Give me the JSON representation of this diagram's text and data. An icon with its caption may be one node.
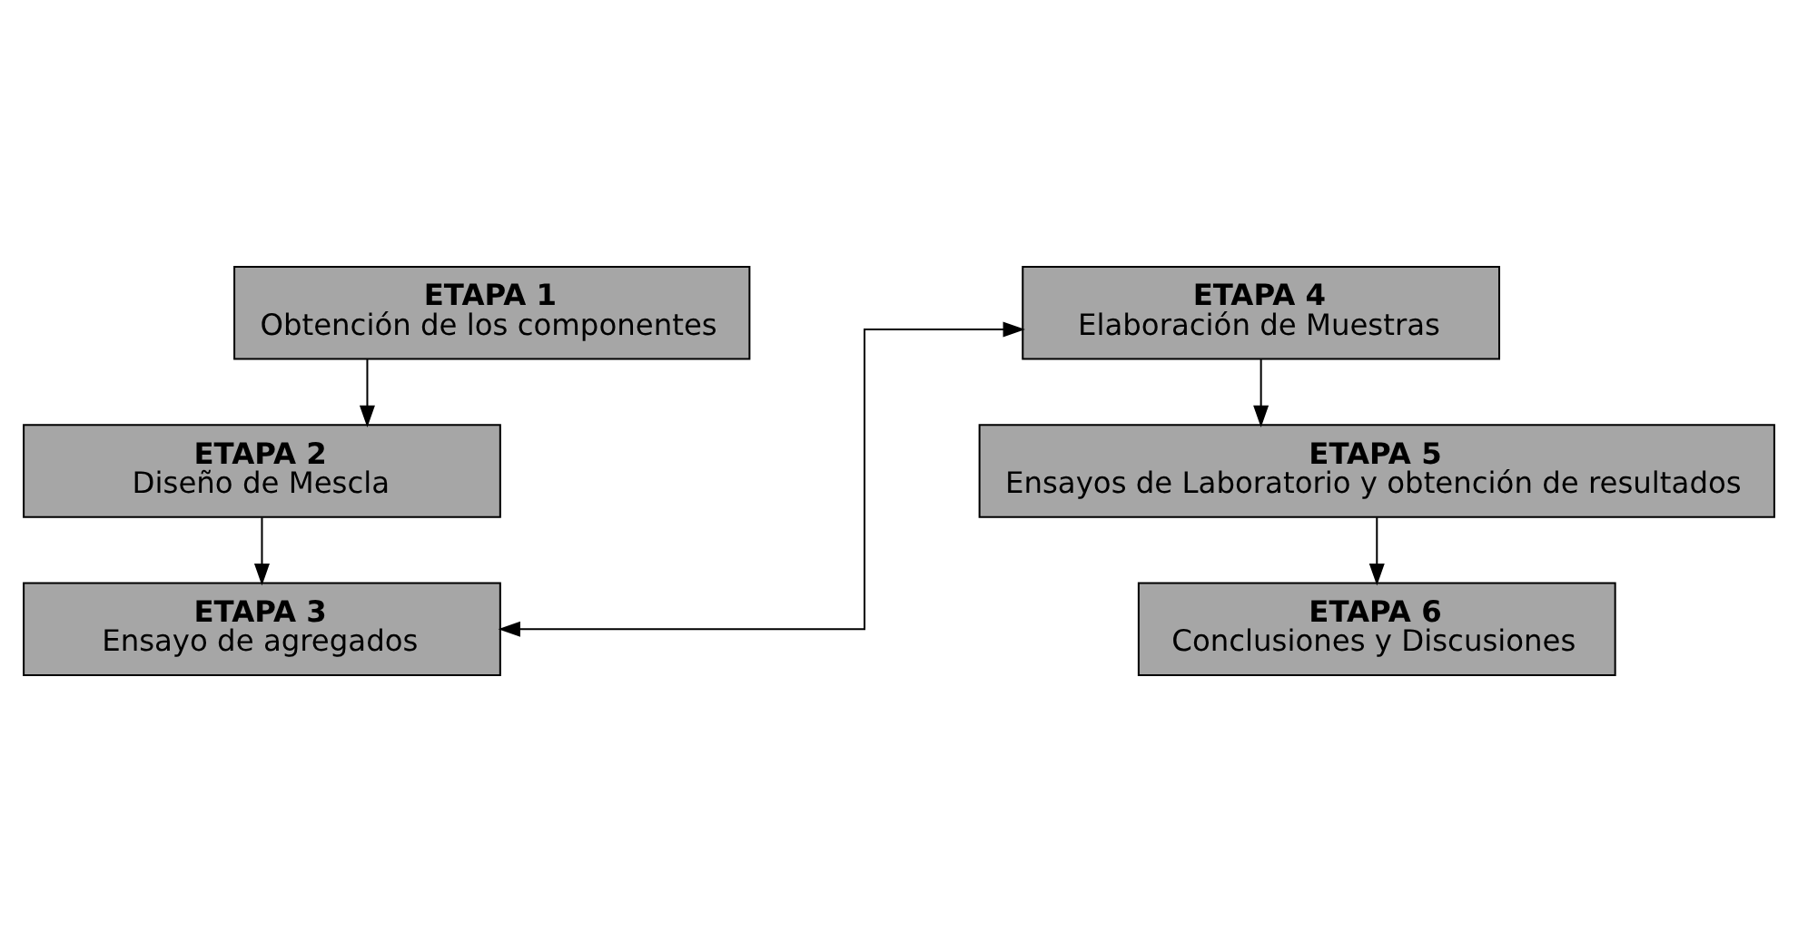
{
  "diagram": {
    "nodes": [
      {
        "text": [
          "ETAPA 1",
          "Obtención de los componentes"
        ]
      },
      {
        "text": [
          "ETAPA 2",
          "Diseño de Mescla"
        ]
      },
      {
        "text": [
          "ETAPA 3",
          "Ensayo de agregados"
        ]
      },
      {
        "text": [
          "ETAPA 4",
          "Elaboración de Muestras"
        ]
      },
      {
        "text": [
          "ETAPA 5",
          "Ensayos de Laboratorio y obtención de resultados"
        ]
      },
      {
        "text": [
          "ETAPA 6",
          "Conclusiones y Discusiones"
        ]
      }
    ],
    "edges": [
      {
        "from": 0,
        "to": 1,
        "arrow": "to"
      },
      {
        "from": 1,
        "to": 2,
        "arrow": "to"
      },
      {
        "from": 2,
        "to": 3,
        "arrow": "both"
      },
      {
        "from": 3,
        "to": 4,
        "arrow": "to"
      },
      {
        "from": 4,
        "to": 5,
        "arrow": "to"
      }
    ]
  }
}
